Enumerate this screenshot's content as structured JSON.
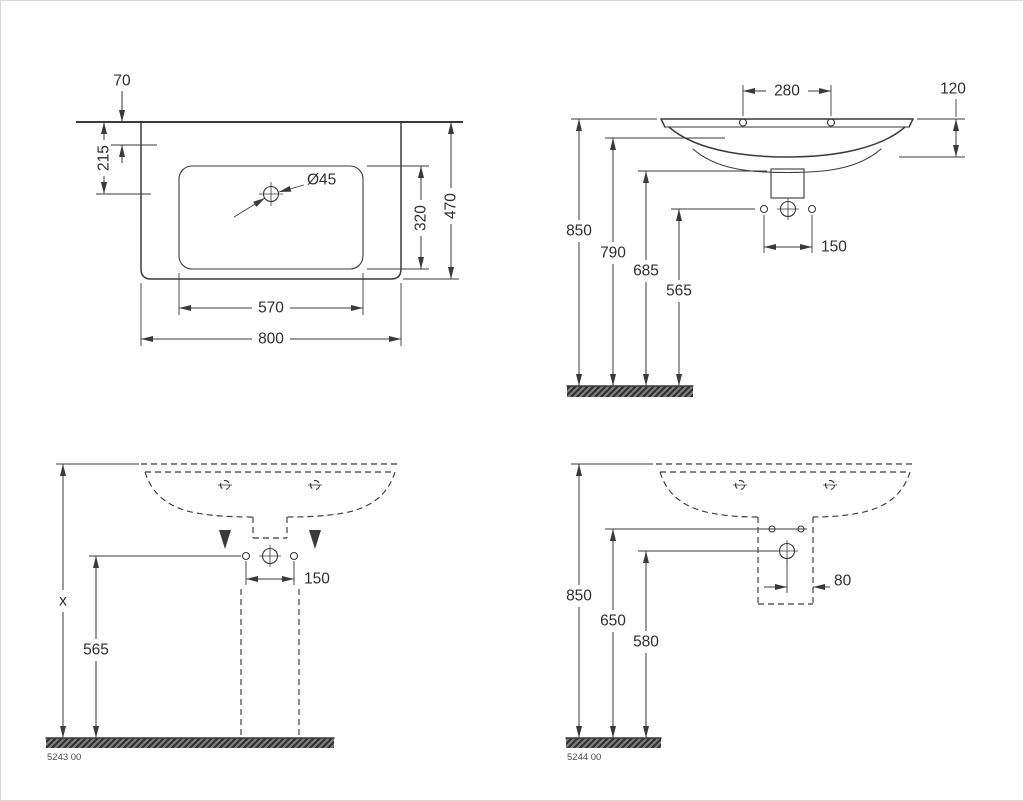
{
  "drawing": {
    "plan": {
      "wall_offset": "70",
      "tap_setback": "215",
      "tap_hole_diameter": "Ø45",
      "bowl_depth": "320",
      "overall_depth": "470",
      "bowl_width": "570",
      "overall_width": "800"
    },
    "front": {
      "tap_hole_spacing": "280",
      "rim_thickness": "120",
      "rim_height": "850",
      "fixing_height": "790",
      "underside_height": "685",
      "drain_height": "565",
      "fixing_spacing": "150"
    },
    "pedestal": {
      "overall_height": "x",
      "drain_height": "565",
      "fixing_spacing": "150",
      "product_code": "5243 00"
    },
    "siphon": {
      "rim_height": "850",
      "underside_height": "650",
      "drain_height": "580",
      "drain_offset": "80",
      "product_code": "5244 00"
    },
    "colors": {
      "line": "#3a3a3a",
      "text": "#2e2e2e",
      "floor_fill": "#6f6f6f",
      "background": "#ffffff"
    }
  }
}
